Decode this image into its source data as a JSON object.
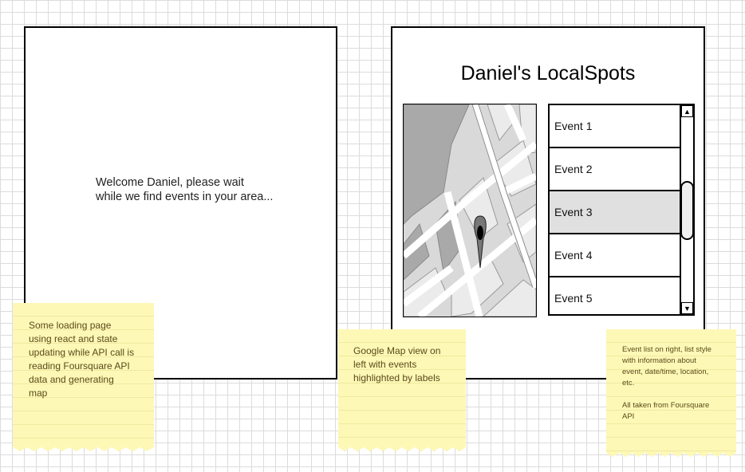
{
  "loading_screen": {
    "message": "Welcome Daniel, please wait\nwhile we find events in your area..."
  },
  "main_screen": {
    "title": "Daniel's LocalSpots",
    "map": {
      "icon": "map-pin-icon"
    },
    "event_list": {
      "items": [
        {
          "label": "Event 1"
        },
        {
          "label": "Event 2"
        },
        {
          "label": "Event 3",
          "selected": true
        },
        {
          "label": "Event 4"
        },
        {
          "label": "Event 5"
        }
      ],
      "scroll_up_icon": "▲",
      "scroll_down_icon": "▼"
    }
  },
  "notes": [
    {
      "text": "Some loading page\nusing react and state\nupdating while API call is\nreading Foursquare API\ndata and generating\nmap"
    },
    {
      "text": "Google Map view on\nleft with events\nhighlighted by labels"
    },
    {
      "text": "Event list on right, list style\nwith information about\nevent, date/time, location,\netc.\n\nAll taken from Foursquare\nAPI"
    }
  ],
  "colors": {
    "note_background": "#fdf8b6",
    "selected_item": "#e0e0e0",
    "map_block": "#a9a9a9"
  }
}
